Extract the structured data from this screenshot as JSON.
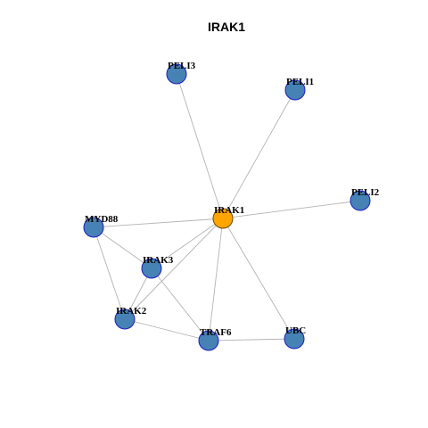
{
  "title": "IRAK1",
  "colors": {
    "center_fill": "#FFA500",
    "center_stroke": "#6b4c00",
    "node_fill": "#4682B4",
    "node_stroke": "#1c1cc8",
    "edge": "#b3b3b3"
  },
  "nodes": [
    {
      "id": "IRAK1",
      "label": "IRAK1",
      "center": true
    },
    {
      "id": "PELI3",
      "label": "PELI3"
    },
    {
      "id": "PELI1",
      "label": "PELI1"
    },
    {
      "id": "PELI2",
      "label": "PELI2"
    },
    {
      "id": "MYD88",
      "label": "MYD88"
    },
    {
      "id": "IRAK3",
      "label": "IRAK3"
    },
    {
      "id": "IRAK2",
      "label": "IRAK2"
    },
    {
      "id": "TRAF6",
      "label": "TRAF6"
    },
    {
      "id": "UBC",
      "label": "UBC"
    }
  ],
  "edges": [
    [
      "IRAK1",
      "PELI3"
    ],
    [
      "IRAK1",
      "PELI1"
    ],
    [
      "IRAK1",
      "PELI2"
    ],
    [
      "IRAK1",
      "MYD88"
    ],
    [
      "IRAK1",
      "IRAK3"
    ],
    [
      "IRAK1",
      "IRAK2"
    ],
    [
      "IRAK1",
      "TRAF6"
    ],
    [
      "IRAK1",
      "UBC"
    ],
    [
      "MYD88",
      "IRAK3"
    ],
    [
      "MYD88",
      "IRAK2"
    ],
    [
      "IRAK3",
      "IRAK2"
    ],
    [
      "IRAK3",
      "TRAF6"
    ],
    [
      "IRAK2",
      "TRAF6"
    ],
    [
      "TRAF6",
      "UBC"
    ]
  ]
}
